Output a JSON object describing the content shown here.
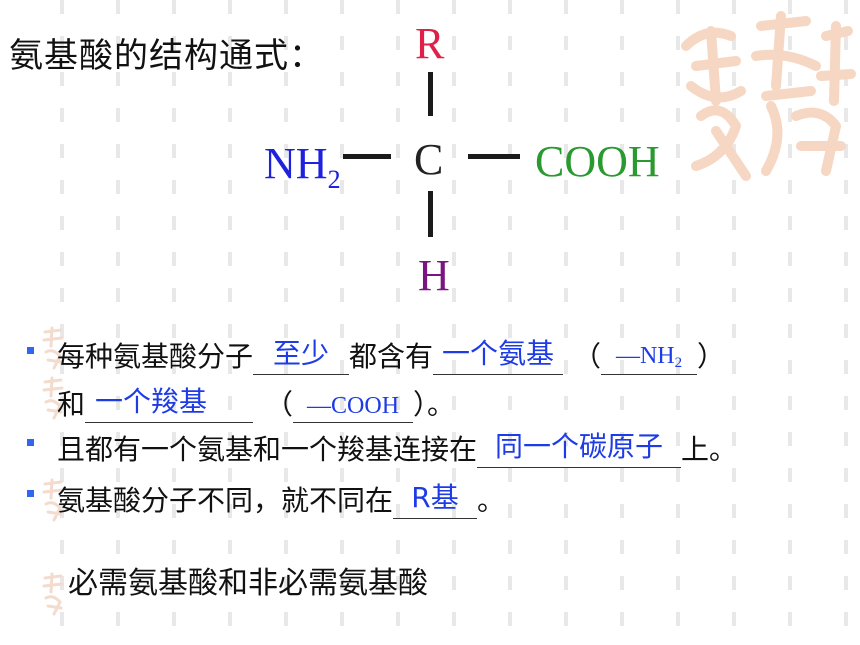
{
  "title": "氨基酸的结构通式：",
  "formula": {
    "top": "R",
    "center": "C",
    "bottom": "H",
    "left": "NH",
    "left_sub": "2",
    "right": "COOH"
  },
  "line1": {
    "text1": "每种氨基酸分子",
    "blank1": "至少",
    "text2": "都含有",
    "blank2": "一个氨基",
    "paren_open": "（",
    "blank3": "—NH",
    "blank3_sub": "2",
    "paren_close": "）"
  },
  "line2": {
    "text1": "和",
    "blank1": "一个羧基",
    "paren_open": "（",
    "blank2": "—COOH",
    "paren_close": "）。"
  },
  "line3": {
    "text1": "且都有一个氨基和一个羧基连接在",
    "blank1": "同一个碳原子",
    "text2": "上。"
  },
  "line4": {
    "text1": "氨基酸分子不同，就不同在",
    "blank1": "R基",
    "text2": "。"
  },
  "footer": "必需氨基酸和非必需氨基酸",
  "colors": {
    "r_group": "#e0204a",
    "amino": "#1e22dd",
    "carboxyl": "#2a9a30",
    "hydrogen": "#7a1580",
    "answer": "#1e3ce6",
    "bullet": "#3366ee"
  }
}
